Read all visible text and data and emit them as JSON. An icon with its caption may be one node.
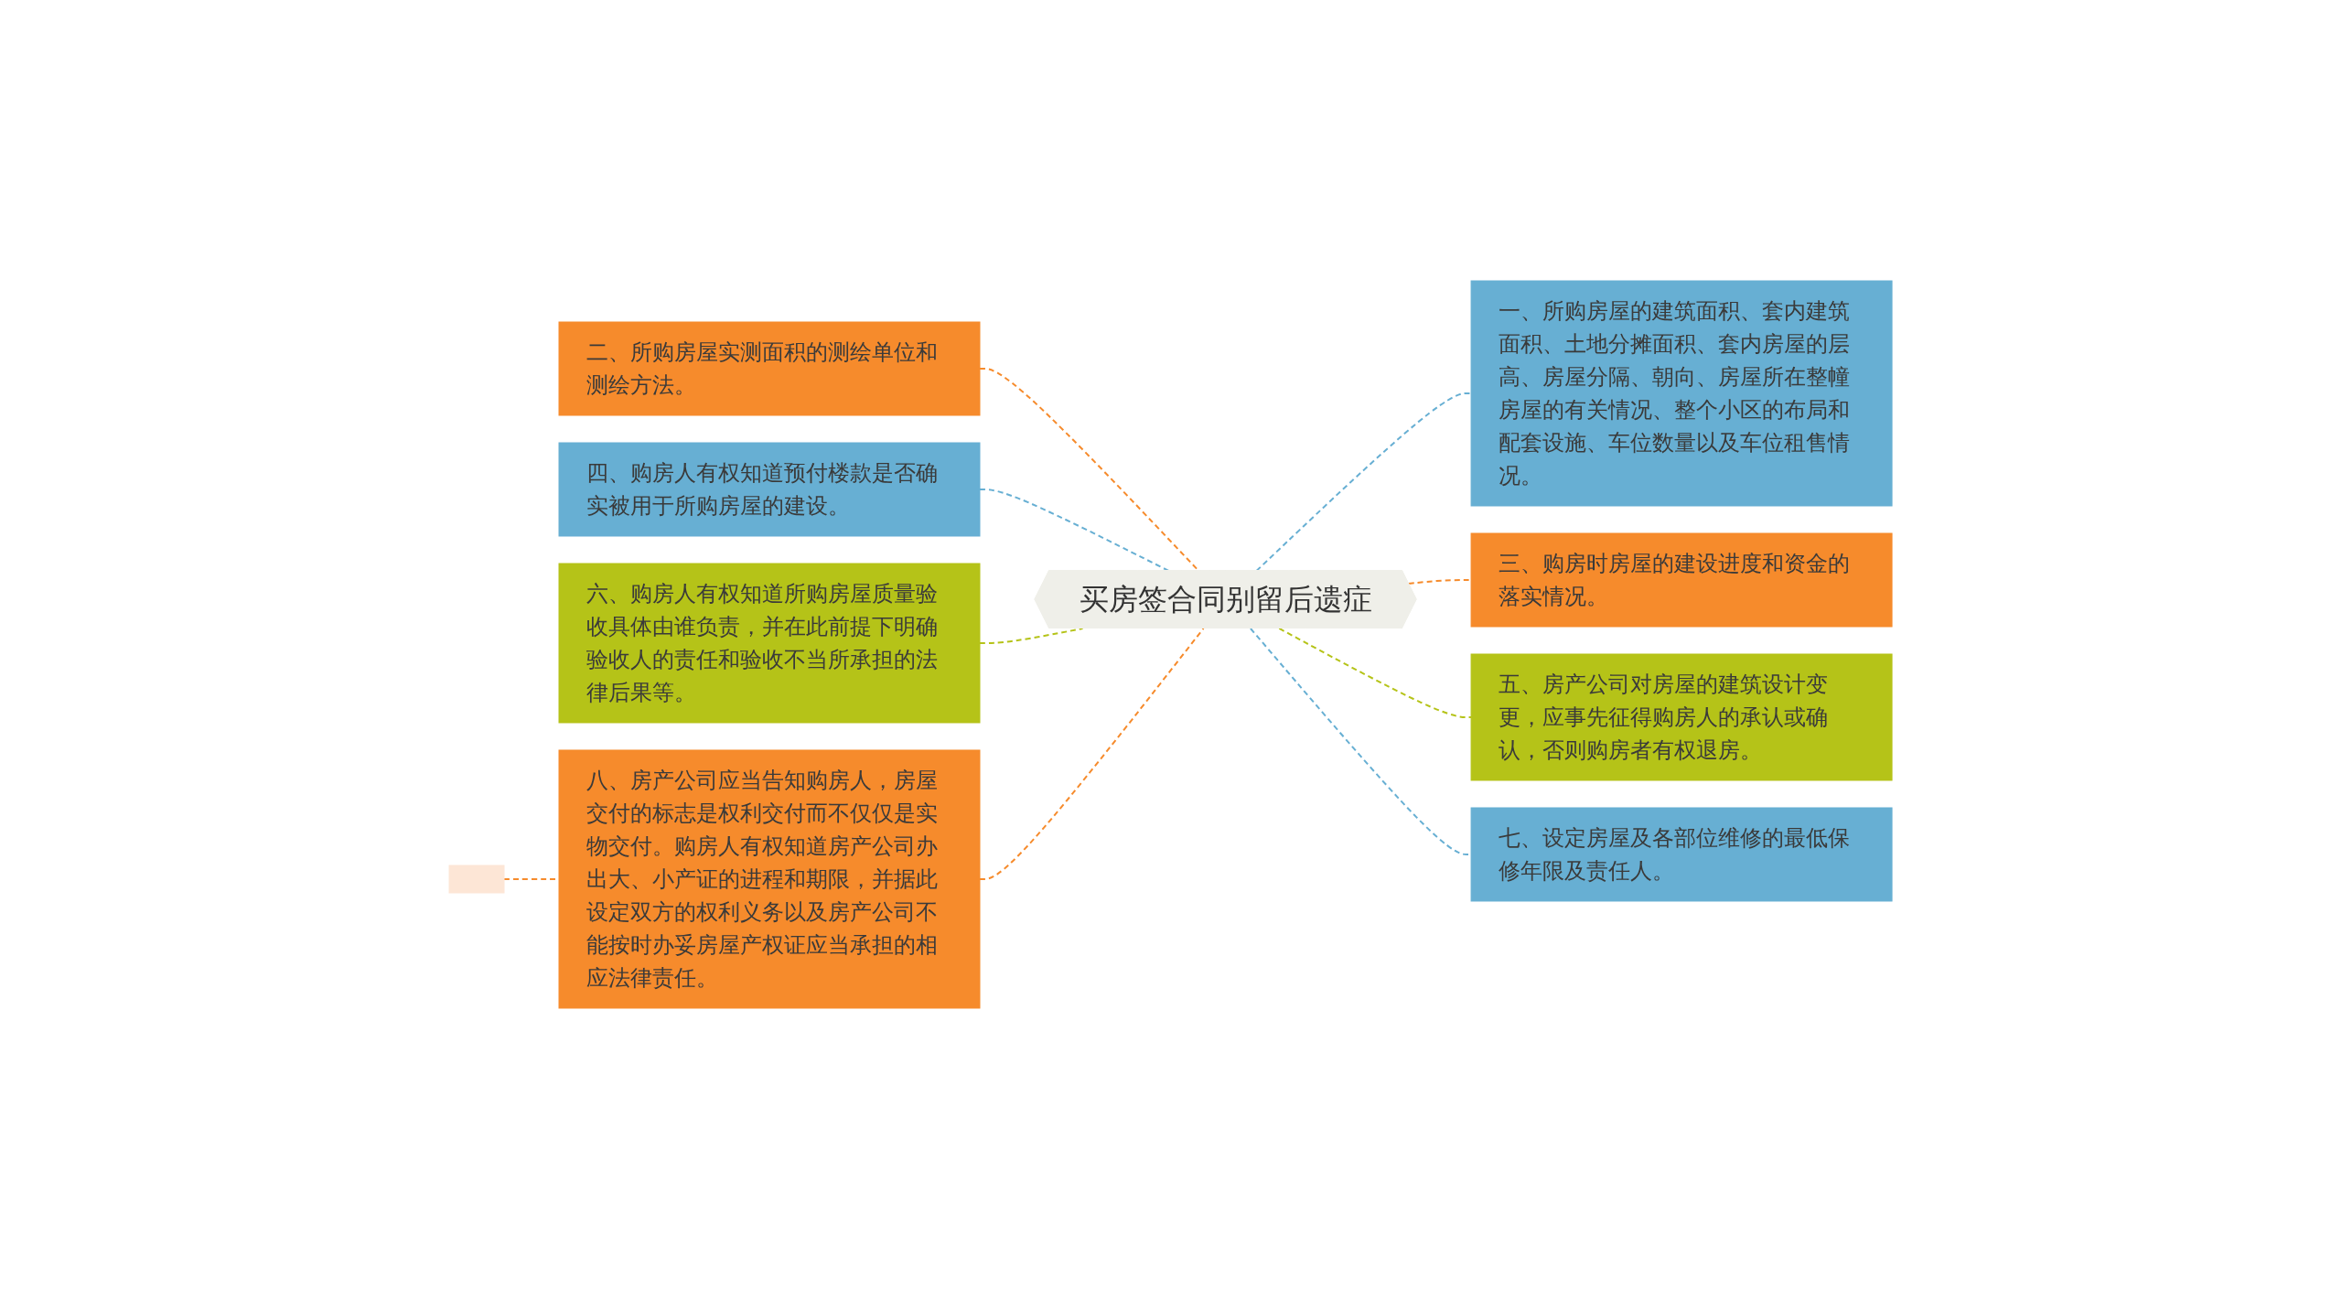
{
  "diagram": {
    "nodes": [
      {
        "text": [
          "买房签合同别留后遗症"
        ]
      },
      {
        "text": [
          "二、所购房屋实测面积的测绘单位和测绘方法。"
        ]
      },
      {
        "text": [
          "四、购房人有权知道预付楼款是否确实被用于所购房屋的建设。"
        ]
      },
      {
        "text": [
          "六、购房人有权知道所购房屋质量验收具体由谁负责，并在此前提下明确验收人的责任和验收不当所承担的法律后果等。"
        ]
      },
      {
        "text": [
          "八、房产公司应当告知购房人，房屋交付的标志是权利交付而不仅仅是实物交付。购房人有权知道房产公司办出大、小产证的进程和期限，并据此设定双方的权利义务以及房产公司不能按时办妥房屋产权证应当承担的相应法律责任。"
        ]
      },
      {
        "text": [
          "一、所购房屋的建筑面积、套内建筑面积、土地分摊面积、套内房屋的层高、房屋分隔、朝向、房屋所在整幢房屋的有关情况、整个小区的布局和配套设施、车位数量以及车位租售情况。"
        ]
      },
      {
        "text": [
          "三、购房时房屋的建设进度和资金的落实情况。"
        ]
      },
      {
        "text": [
          "五、房产公司对房屋的建筑设计变更，应事先征得购房人的承认或确认，否则购房者有权退房。"
        ]
      },
      {
        "text": [
          "七、设定房屋及各部位维修的最低保修年限及责任人。"
        ]
      },
      {
        "text": [],
        "shape": "box"
      }
    ],
    "edges": [
      {
        "from": 0,
        "to": 1,
        "arrow": "none",
        "style": "dashed",
        "color": "#f68b2c"
      },
      {
        "from": 0,
        "to": 2,
        "arrow": "none",
        "style": "dashed",
        "color": "#67afd3"
      },
      {
        "from": 0,
        "to": 3,
        "arrow": "none",
        "style": "dashed",
        "color": "#b5c318"
      },
      {
        "from": 0,
        "to": 4,
        "arrow": "none",
        "style": "dashed",
        "color": "#f68b2c"
      },
      {
        "from": 0,
        "to": 5,
        "arrow": "none",
        "style": "dashed",
        "color": "#67afd3"
      },
      {
        "from": 0,
        "to": 6,
        "arrow": "none",
        "style": "dashed",
        "color": "#f68b2c"
      },
      {
        "from": 0,
        "to": 7,
        "arrow": "none",
        "style": "dashed",
        "color": "#b5c318"
      },
      {
        "from": 0,
        "to": 8,
        "arrow": "none",
        "style": "dashed",
        "color": "#67afd3"
      },
      {
        "from": 4,
        "to": 9,
        "arrow": "none",
        "style": "dashed",
        "color": "#f68b2c"
      }
    ]
  }
}
